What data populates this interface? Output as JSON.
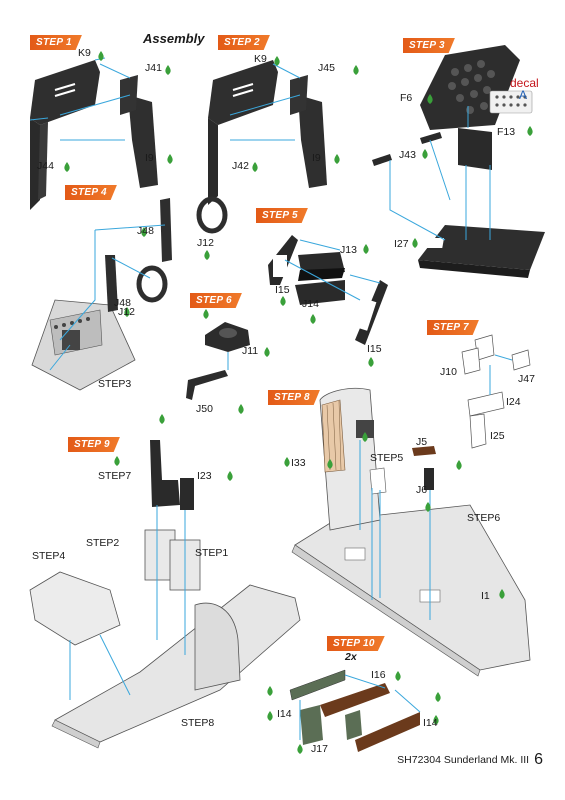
{
  "header": {
    "title": "Assembly"
  },
  "steps": {
    "s1": "STEP 1",
    "s2": "STEP 2",
    "s3": "STEP 3",
    "s4": "STEP 4",
    "s5": "STEP 5",
    "s6": "STEP 6",
    "s7": "STEP 7",
    "s8": "STEP 8",
    "s9": "STEP 9",
    "s10": "STEP 10"
  },
  "parts": {
    "k9a": "K9",
    "j41": "J41",
    "j44": "J44",
    "i9a": "I9",
    "k9b": "K9",
    "j45": "J45",
    "j42": "J42",
    "i9b": "I9",
    "f6": "F6",
    "f13": "F13",
    "j43": "J43",
    "i27": "I27",
    "j48a": "J48",
    "j12a": "J12",
    "j48b": "J48",
    "j12b": "J12",
    "j13": "J13",
    "i15a": "I15",
    "j14": "J14",
    "i15b": "I15",
    "j11": "J11",
    "j50": "J50",
    "j10": "J10",
    "j47": "J47",
    "i24": "I24",
    "i25": "I25",
    "i33": "I33",
    "j5": "J5",
    "j6": "J6",
    "i1": "I1",
    "i23": "I23",
    "i16": "I16",
    "i14a": "I14",
    "i14b": "I14",
    "j17": "J17"
  },
  "refs": {
    "step3": "STEP3",
    "step5": "STEP5",
    "step6": "STEP6",
    "step7": "STEP7",
    "step2": "STEP2",
    "step1": "STEP1",
    "step4": "STEP4",
    "step8": "STEP8"
  },
  "decal": {
    "word": "decal",
    "letter": "A"
  },
  "multiplier": "2x",
  "footer": {
    "model": "SH72304 Sunderland Mk. III",
    "page": "6"
  },
  "colors": {
    "step_orange": "#e8611c",
    "guide_blue": "#3aa7dc",
    "glue_green": "#3aa03a",
    "floor_grey": "#e6e6e6",
    "wood": "#6b3a1c"
  }
}
